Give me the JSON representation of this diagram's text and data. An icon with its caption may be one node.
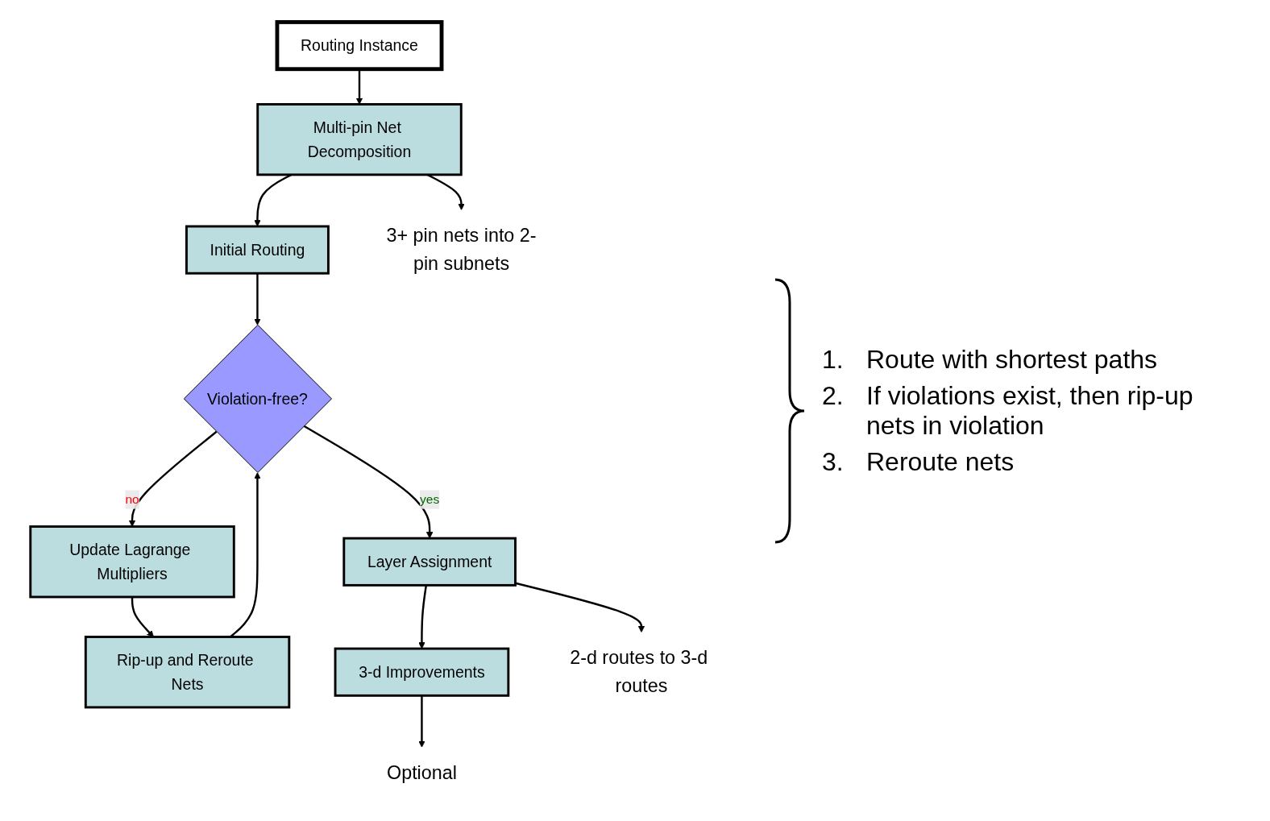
{
  "diagram": {
    "nodes": [
      {
        "text": [
          "Routing Instance"
        ]
      },
      {
        "text": [
          "Multi-pin Net Decomposition"
        ]
      },
      {
        "text": [
          "Initial Routing"
        ]
      },
      {
        "text": [
          "Rip-up and Reroute Nets"
        ]
      },
      {
        "text": [
          "Violation-free?"
        ]
      },
      {
        "text": [
          "Update Lagrange Multipliers"
        ]
      },
      {
        "text": [
          "Layer Assignment"
        ]
      },
      {
        "text": [
          "3-d Improvements"
        ]
      },
      {
        "text": [
          "3+ pin nets into 2-pin subnets"
        ]
      },
      {
        "text": [
          "2-d routes to 3-d routes"
        ]
      },
      {
        "text": [
          "Optional"
        ]
      }
    ],
    "edges": [
      {
        "from": 0,
        "to": 1,
        "arrow": "to"
      },
      {
        "from": 1,
        "to": 2,
        "arrow": "to"
      },
      {
        "from": 2,
        "to": 4,
        "arrow": "to"
      },
      {
        "from": 3,
        "to": 4,
        "arrow": "to"
      },
      {
        "from": 4,
        "to": 5,
        "arrow": "to",
        "label": "no"
      },
      {
        "from": 5,
        "to": 3,
        "arrow": "to"
      },
      {
        "from": 4,
        "to": 6,
        "arrow": "to",
        "label": "yes"
      },
      {
        "from": 6,
        "to": 7,
        "arrow": "to"
      },
      {
        "from": 1,
        "to": 8,
        "arrow": "to"
      },
      {
        "from": 6,
        "to": 9,
        "arrow": "to"
      },
      {
        "from": 7,
        "to": 10,
        "arrow": "to"
      }
    ],
    "labels": [
      "1.",
      "Route with shortest paths",
      "2.",
      "If violations exist, then rip-up nets in violation",
      "3.",
      "Reroute nets"
    ]
  }
}
